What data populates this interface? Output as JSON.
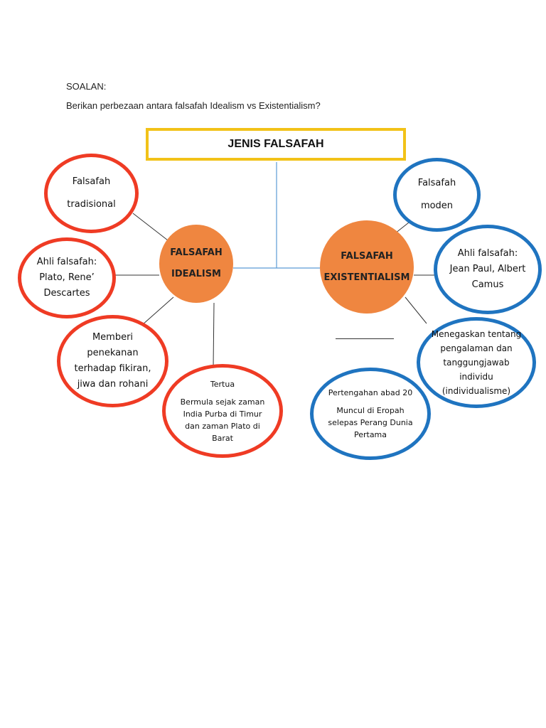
{
  "question": {
    "label": "SOALAN:",
    "text": "Berikan perbezaan antara falsafah Idealism vs Existentialism?"
  },
  "title": "JENIS FALSAFAH",
  "idealism": {
    "center": [
      "FALSAFAH",
      "IDEALISM"
    ],
    "type": [
      "Falsafah",
      "tradisional"
    ],
    "philosophers": [
      "Ahli falsafah:",
      "Plato, Rene’",
      "Descartes"
    ],
    "emphasis": [
      "Memberi",
      "penekanan",
      "terhadap fikiran,",
      "jiwa dan rohani"
    ],
    "origin_head": "Tertua",
    "origin": [
      "Bermula sejak zaman",
      "India Purba di Timur",
      "dan zaman Plato di",
      "Barat"
    ]
  },
  "existentialism": {
    "center": [
      "FALSAFAH",
      "EXISTENTIALISM"
    ],
    "type": [
      "Falsafah",
      "moden"
    ],
    "philosophers": [
      "Ahli falsafah:",
      "Jean Paul, Albert",
      "Camus"
    ],
    "emphasis": [
      "Menegaskan tentang",
      "pengalaman dan",
      "tanggungjawab",
      "individu",
      "(individualisme)"
    ],
    "origin_head": "Pertengahan abad 20",
    "origin": [
      "Muncul di Eropah",
      "selepas Perang Dunia",
      "Pertama"
    ]
  },
  "colors": {
    "title_border": "#f2c218",
    "idealism_ring": "#ef3b24",
    "existentialism_ring": "#1f74c0",
    "center_fill": "#ef8640",
    "connector_blue": "#5b9bd5"
  }
}
